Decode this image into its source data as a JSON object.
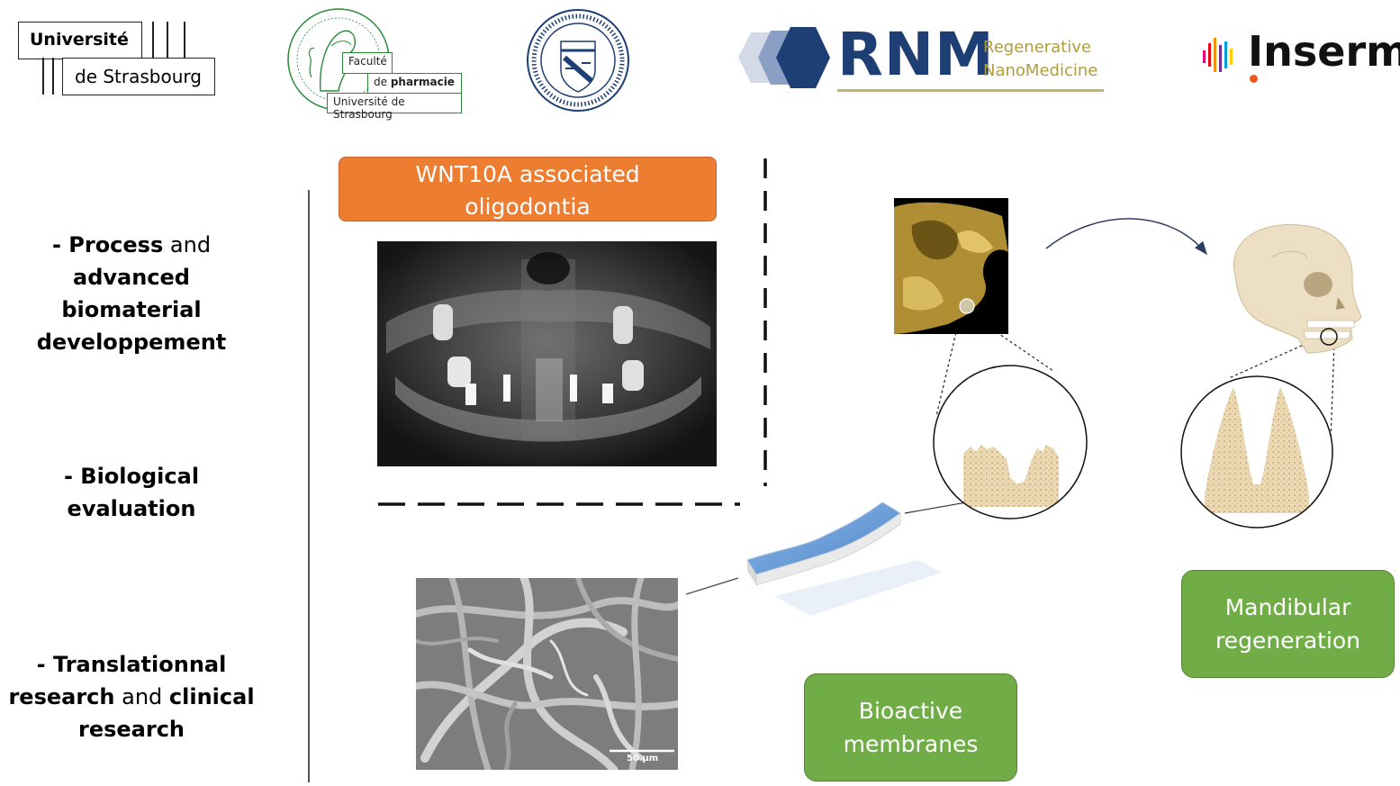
{
  "logos": {
    "unistra": {
      "line1": "Université",
      "line2": "de Strasbourg"
    },
    "pharmacie": {
      "line1": "Faculté",
      "line2_prefix": "de ",
      "line2_bold": "pharmacie",
      "line3": "Université de Strasbourg"
    },
    "seal_name": "dental-faculty-seal",
    "rnm": {
      "letters": "RNM",
      "line1": "Regenerative",
      "line2": "NanoMedicine"
    },
    "inserm": {
      "text": "Inserm"
    }
  },
  "left_column": {
    "item1": {
      "dash": "- ",
      "b1": "Process",
      "t1": " and",
      "b2": "advanced",
      "b3": "biomaterial",
      "b4": "developpement"
    },
    "item2": {
      "b1": "- Biological",
      "b2": "evaluation"
    },
    "item3": {
      "b1": "- Translationnal",
      "b2": "research",
      "t1": " and ",
      "b3": "clinical",
      "b4": "research"
    }
  },
  "boxes": {
    "orange": {
      "line1": "WNT10A associated",
      "line2": "oligodontia"
    },
    "green_membranes": {
      "line1": "Bioactive",
      "line2": "membranes"
    },
    "green_mandibular": {
      "line1": "Mandibular",
      "line2": "regeneration"
    }
  },
  "sem_scale_label": "50 µm",
  "colors": {
    "orange": "#ed7d31",
    "green": "#70ad47",
    "rnm_blue": "#1e3f73",
    "rnm_gold": "#b39d3a",
    "bone": "#ead9b4"
  }
}
